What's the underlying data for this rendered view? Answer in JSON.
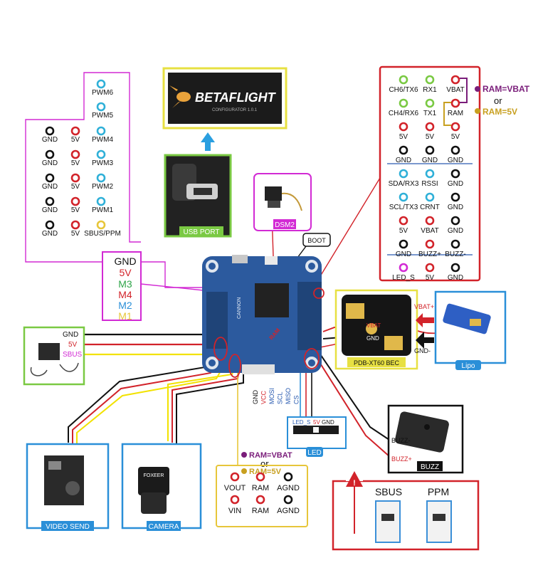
{
  "betaflight": {
    "logo": "BETAFLIGHT",
    "sub": "CONFIGURATOR 1.0.1"
  },
  "pwm_panel": {
    "top_pins": [
      "PWM6",
      "PWM5"
    ],
    "rows": [
      [
        "GND",
        "5V",
        "PWM4"
      ],
      [
        "GND",
        "5V",
        "PWM3"
      ],
      [
        "GND",
        "5V",
        "PWM2"
      ],
      [
        "GND",
        "5V",
        "PWM1"
      ],
      [
        "GND",
        "5V",
        "SBUS/PPM"
      ]
    ]
  },
  "uart_panel": {
    "rows": [
      [
        "CH6/TX6",
        "RX1",
        "VBAT"
      ],
      [
        "CH4/RX6",
        "TX1",
        "RAM"
      ],
      [
        "5V",
        "5V",
        "5V"
      ],
      [
        "GND",
        "GND",
        "GND"
      ],
      [
        "SDA/RX3",
        "RSSI",
        "GND"
      ],
      [
        "SCL/TX3",
        "CRNT",
        "GND"
      ],
      [
        "5V",
        "VBAT",
        "GND"
      ],
      [
        "GND",
        "BUZZ+",
        "BUZZ-"
      ],
      [
        "LED_S",
        "5V",
        "GND"
      ]
    ],
    "ram_vbat": "RAM=VBAT",
    "or": "or",
    "ram_5v": "RAM=5V"
  },
  "motor_legend": [
    "GND",
    "5V",
    "M3",
    "M4",
    "M2",
    "M1"
  ],
  "labels": {
    "usb_port": "USB PORT",
    "dsm2": "DSM2",
    "boot": "BOOT",
    "pdb": "PDB-XT60 BEC",
    "pdb_vbat": "VBAT+",
    "pdb_gnd": "GND-",
    "pdb_gnd_small": "GND",
    "pdb_vbat_small": "VBAT",
    "lipo": "Lipo",
    "video_send": "VIDEO SEND",
    "camera": "CAMERA",
    "camera_brand": "FOXEER",
    "led": "LED",
    "buzz": "BUZZ",
    "buzz_plus": "BUZZ+",
    "buzz_minus": "BUZZ-",
    "rx_gnd": "GND",
    "rx_5v": "5V",
    "rx_sbus": "SBUS",
    "led_pins": [
      "LED_S",
      "5V",
      "GND"
    ],
    "spi_pins": [
      "GND",
      "VCC",
      "MOSI",
      "SCL",
      "MISO",
      "CS"
    ],
    "fc_text": "CANNON",
    "fc_raw": "RAM"
  },
  "vtx_panel": {
    "note_vbat": "RAM=VBAT",
    "or": "or",
    "note_5v": "RAM=5V",
    "rows": [
      [
        "VOUT",
        "RAM",
        "AGND"
      ],
      [
        "VIN",
        "RAM",
        "AGND"
      ]
    ]
  },
  "sbus_ppm": {
    "sbus": "SBUS",
    "ppm": "PPM"
  },
  "colors": {
    "magenta": "#d22ad4",
    "red": "#d2232a",
    "blue": "#2a8fd8",
    "green": "#7ac943",
    "yellow": "#e7c63a",
    "board": "#2c5a9e"
  }
}
